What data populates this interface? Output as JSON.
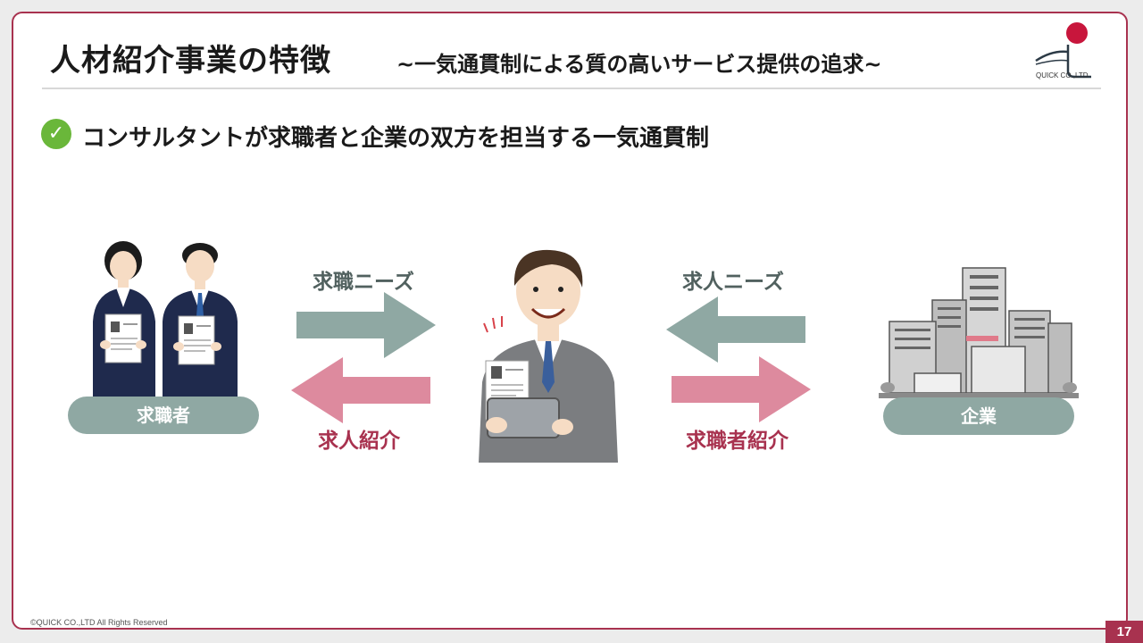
{
  "header": {
    "title": "人材紹介事業の特徴",
    "subtitle": "~一気通貫制による質の高いサービス提供の追求~",
    "logo_text": "QUICK CO.,LTD"
  },
  "point": {
    "icon": "check-icon",
    "text": "コンサルタントが求職者と企業の双方を担当する一気通貫制"
  },
  "diagram": {
    "seeker_label": "求職者",
    "company_label": "企業",
    "arrows": {
      "seeker_needs": "求職ニーズ",
      "job_intro": "求人紹介",
      "job_needs": "求人ニーズ",
      "seeker_intro": "求職者紹介"
    }
  },
  "footer": {
    "copyright": "©QUICK CO.,LTD All Rights Reserved",
    "page_number": "17"
  },
  "colors": {
    "accent": "#a8324f",
    "teal_arrow": "#8fa8a3",
    "rose_arrow": "#dd8a9e",
    "check": "#6ab73a"
  }
}
